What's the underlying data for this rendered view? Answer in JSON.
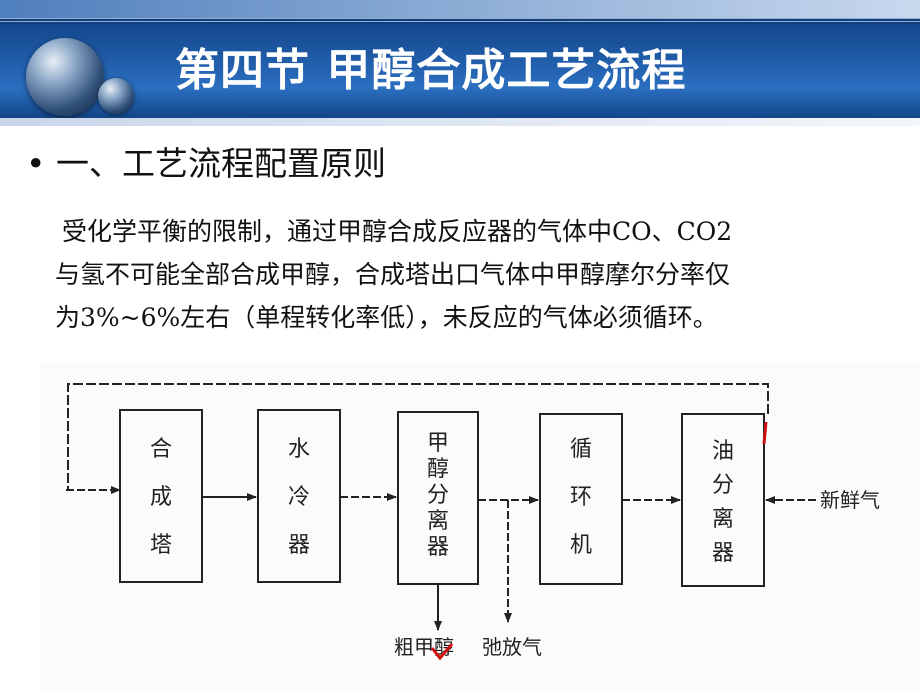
{
  "slide": {
    "title": "第四节 甲醇合成工艺流程",
    "bullet": "一、工艺流程配置原则",
    "paragraph_lines": [
      "受化学平衡的限制，通过甲醇合成反应器的气体中CO、CO2",
      "与氢不可能全部合成甲醇，合成塔出口气体中甲醇摩尔分率仅",
      "为3%~6%左右（单程转化率低），未反应的气体必须循环。"
    ]
  },
  "diagram": {
    "boxes": [
      {
        "id": "synthesis-tower",
        "chars": [
          "合",
          "成",
          "塔"
        ]
      },
      {
        "id": "water-cooler",
        "chars": [
          "水",
          "冷",
          "器"
        ]
      },
      {
        "id": "methanol-separator",
        "chars": [
          "甲",
          "醇",
          "分",
          "离",
          "器"
        ]
      },
      {
        "id": "circulator",
        "chars": [
          "循",
          "环",
          "机"
        ]
      },
      {
        "id": "oil-separator",
        "chars": [
          "油",
          "分",
          "离",
          "器"
        ]
      }
    ],
    "fresh_gas_label": "新鲜气",
    "crude_methanol_label": "粗甲醇",
    "purge_gas_label": "弛放气",
    "colors": {
      "annotation_red": "#d01010",
      "line": "#222222"
    }
  }
}
